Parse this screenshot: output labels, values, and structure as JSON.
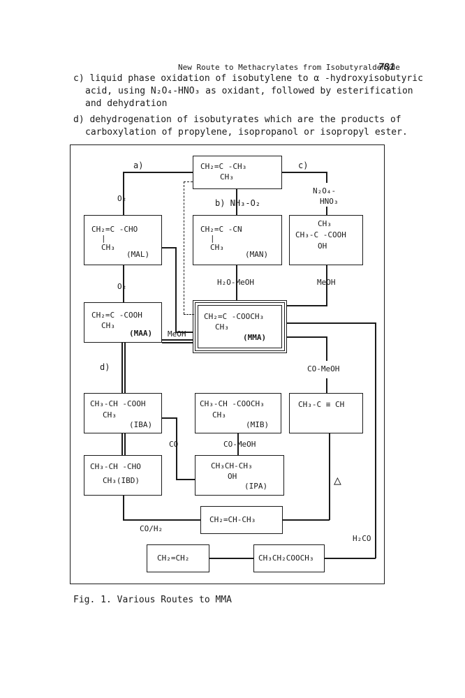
{
  "page": {
    "running_head": "New Route to Methacrylates from Isobutyraldehyde",
    "page_number": "781",
    "item_c_lines": [
      "c) liquid phase oxidation of isobutylene to α -hydroxyisobutyric",
      "acid, using N₂O₄-HNO₃ as oxidant, followed by esterification",
      "and dehydration"
    ],
    "item_d_lines": [
      "d) dehydrogenation of isobutyrates which are the products of",
      "carboxylation of propylene, isopropanol or isopropyl ester."
    ],
    "caption": "Fig. 1.  Various Routes to MMA"
  },
  "figure": {
    "route_labels": {
      "a": "a)",
      "b": "b) NH₃-O₂",
      "c": "c)",
      "d": "d)"
    },
    "reagents": {
      "o2_top": "O₂",
      "o2_mid": "O₂",
      "n2o4": "N₂O₄-",
      "hno3": "HNO₃",
      "h2o_meoh": "H₂O-MeOH",
      "meoh_right": "MeOH",
      "meoh_left": "MeOH",
      "co_meoh_right": "CO-MeOH",
      "co_meoh_mid": "CO-MeOH",
      "co": "CO",
      "delta": "△",
      "co_h2": "CO/H₂",
      "h2co": "H₂CO"
    },
    "boxes": {
      "isobutylene": {
        "line1": "CH₂=C -CH₃",
        "line2": "CH₃"
      },
      "mal": {
        "line1": "CH₂=C -CHO",
        "line2": "CH₃",
        "tag": "(MAL)"
      },
      "man": {
        "line1": "CH₂=C -CN",
        "line2": "CH₃",
        "tag": "(MAN)"
      },
      "hiba": {
        "line1": "CH₃",
        "line2": "CH₃-C -COOH",
        "line3": "OH"
      },
      "maa": {
        "line1": "CH₂=C -COOH",
        "line2": "CH₃",
        "tag": "(MAA)"
      },
      "mma": {
        "line1": "CH₂=C -COOCH₃",
        "line2": "CH₃",
        "tag": "(MMA)"
      },
      "iba": {
        "line1": "CH₃-CH -COOH",
        "line2": "CH₃",
        "tag": "(IBA)"
      },
      "mib": {
        "line1": "CH₃-CH -COOCH₃",
        "line2": "CH₃",
        "tag": "(MIB)"
      },
      "propyne": {
        "line1": "CH₃-C ≡ CH"
      },
      "ibd": {
        "line1": "CH₃-CH -CHO",
        "line2": "CH₃(IBD)"
      },
      "ipa": {
        "line1": "CH₃CH-CH₃",
        "line2": "OH",
        "tag": "(IPA)"
      },
      "propylene": {
        "line1": "CH₂=CH-CH₃"
      },
      "ethylene": {
        "line1": "CH₂=CH₂"
      },
      "mp": {
        "line1": "CH₃CH₂COOCH₃"
      }
    }
  }
}
